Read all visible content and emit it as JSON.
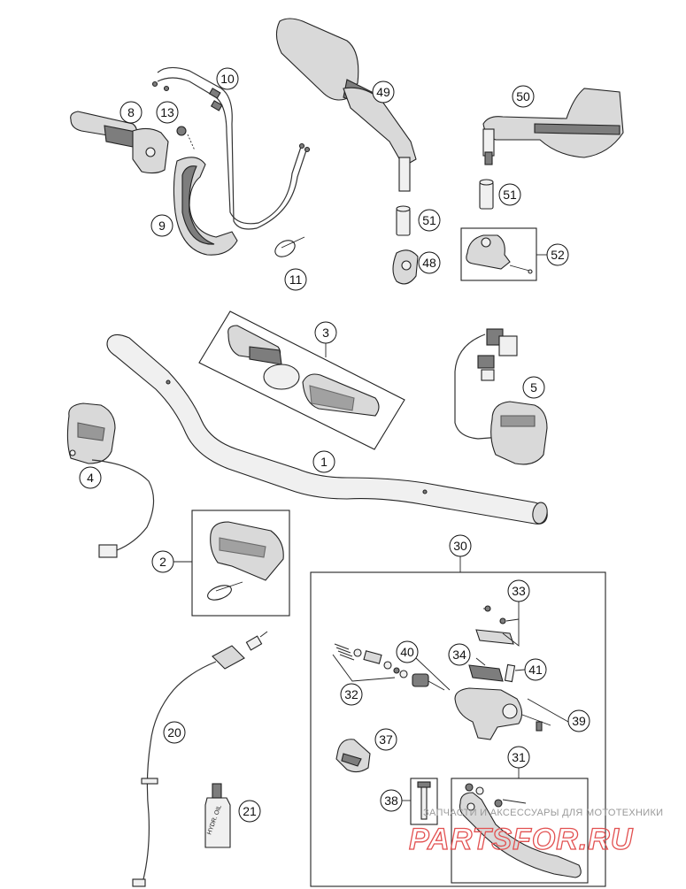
{
  "callouts": [
    {
      "id": "1",
      "label": "1"
    },
    {
      "id": "2",
      "label": "2"
    },
    {
      "id": "3",
      "label": "3"
    },
    {
      "id": "4",
      "label": "4"
    },
    {
      "id": "5",
      "label": "5"
    },
    {
      "id": "8",
      "label": "8"
    },
    {
      "id": "9",
      "label": "9"
    },
    {
      "id": "10",
      "label": "10"
    },
    {
      "id": "11",
      "label": "11"
    },
    {
      "id": "13",
      "label": "13"
    },
    {
      "id": "20",
      "label": "20"
    },
    {
      "id": "21",
      "label": "21"
    },
    {
      "id": "30",
      "label": "30"
    },
    {
      "id": "31",
      "label": "31"
    },
    {
      "id": "32",
      "label": "32"
    },
    {
      "id": "33",
      "label": "33"
    },
    {
      "id": "34",
      "label": "34"
    },
    {
      "id": "37",
      "label": "37"
    },
    {
      "id": "38",
      "label": "38"
    },
    {
      "id": "39",
      "label": "39"
    },
    {
      "id": "40",
      "label": "40"
    },
    {
      "id": "41",
      "label": "41"
    },
    {
      "id": "48",
      "label": "48"
    },
    {
      "id": "49",
      "label": "49"
    },
    {
      "id": "50",
      "label": "50"
    },
    {
      "id": "51a",
      "label": "51"
    },
    {
      "id": "51b",
      "label": "51"
    },
    {
      "id": "52",
      "label": "52"
    }
  ],
  "parts": {
    "hydraulic_oil_bottle_label": "HYDR. OIL"
  },
  "watermark": {
    "caption": "ЗАПЧАСТИ И АКСЕССУАРЫ ДЛЯ МОТОТЕХНИКИ",
    "brand": "PARTSFOR.RU"
  },
  "colors": {
    "watermark_red": "#e25050",
    "line": "#222222"
  }
}
